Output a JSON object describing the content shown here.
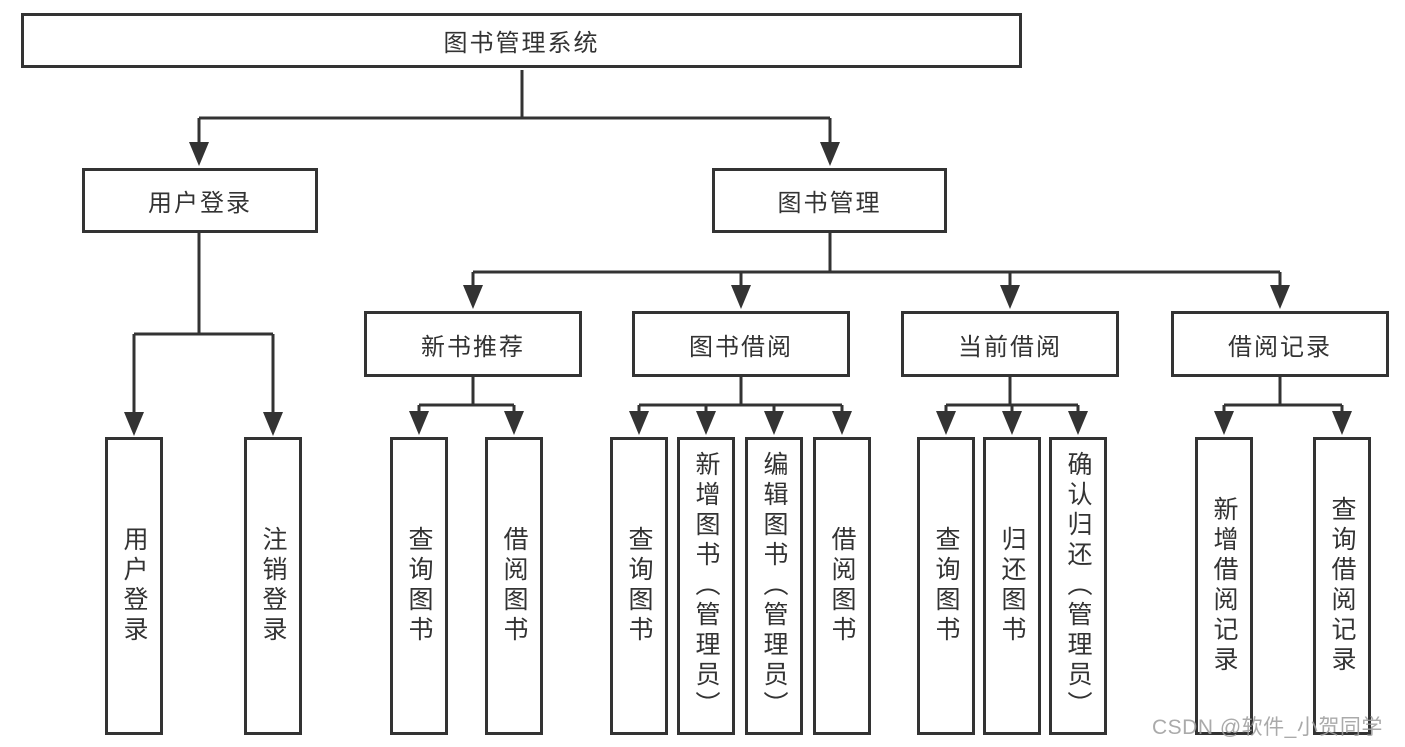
{
  "colors": {
    "background": "#ffffff",
    "line": "#333333",
    "box_border": "#333333",
    "text": "#333333",
    "watermark": "#9e9e9e"
  },
  "watermark": "CSDN @软件_小贺同学",
  "tree": {
    "root": {
      "label": "图书管理系统"
    },
    "user": {
      "label": "用户登录",
      "leaves": [
        {
          "label": "用户登录"
        },
        {
          "label": "注销登录"
        }
      ]
    },
    "books": {
      "label": "图书管理",
      "groups": [
        {
          "label": "新书推荐",
          "leaves": [
            {
              "label": "查询图书"
            },
            {
              "label": "借阅图书"
            }
          ]
        },
        {
          "label": "图书借阅",
          "leaves": [
            {
              "label": "查询图书"
            },
            {
              "label": "新增图书（管理员）"
            },
            {
              "label": "编辑图书（管理员）"
            },
            {
              "label": "借阅图书"
            }
          ]
        },
        {
          "label": "当前借阅",
          "leaves": [
            {
              "label": "查询图书"
            },
            {
              "label": "归还图书"
            },
            {
              "label": "确认归还（管理员）"
            }
          ]
        },
        {
          "label": "借阅记录",
          "leaves": [
            {
              "label": "新增借阅记录"
            },
            {
              "label": "查询借阅记录"
            }
          ]
        }
      ]
    }
  }
}
